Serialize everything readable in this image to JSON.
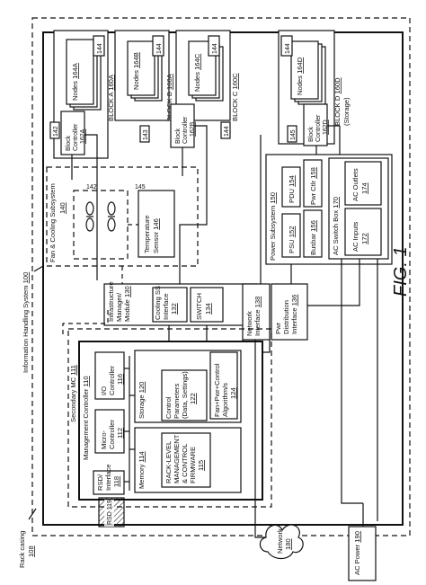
{
  "rack_casing": {
    "label": "Rack casing",
    "ref": "108"
  },
  "system": {
    "label": "Information Handling System",
    "ref": "100"
  },
  "figure_label": "FIG. 1",
  "blocks": [
    {
      "label": "BLOCK A",
      "ref": "160A",
      "nodes": "Nodes",
      "nodes_ref": "164A",
      "box_ref": "144",
      "controller": "Block",
      "controller2": "Controller",
      "controller_ref": "162A",
      "side_ref": "142"
    },
    {
      "label": "BLOCK B",
      "ref": "160A",
      "nodes": "Nodes",
      "nodes_ref": "164B",
      "box_ref": "144"
    },
    {
      "label": "BLOCK C",
      "ref": "160C",
      "nodes": "Nodes",
      "nodes_ref": "164C",
      "box_ref": "144",
      "controller": "Block",
      "controller2": "Controller",
      "controller_ref": "162B",
      "side_ref": "143",
      "side_ref2": "144"
    },
    {
      "label": "BLOCK D",
      "ref": "160D",
      "sublabel": "(Storage)",
      "nodes": "Nodes",
      "nodes_ref": "164D",
      "box_ref": "144",
      "controller": "Block",
      "controller2": "Controller",
      "controller_ref": "162D",
      "side_ref": "145"
    }
  ],
  "fan": {
    "title": "Fan & Cooling Subsystem",
    "ref": "140",
    "ref2": "142",
    "ref3": "145",
    "sensor": "Temperature",
    "sensor2": "Sensor",
    "sensor_ref": "146"
  },
  "infra": {
    "line1": "Infrastructure",
    "line2": "Manager/",
    "line3": "Module",
    "ref": "130",
    "cooling1": "Cooling SS",
    "cooling2": "Interface",
    "cooling_ref": "132",
    "switch": "SWITCH",
    "switch_ref": "134",
    "net1": "Network",
    "net2": "Interface",
    "net_ref": "138",
    "pwr1": "Pwr",
    "pwr2": "Distribution",
    "pwr3": "Interface",
    "pwr_ref": "136"
  },
  "power": {
    "title": "Power Subsystem",
    "ref": "150",
    "psu": "PSU",
    "psu_ref": "152",
    "busbar": "Busbar",
    "busbar_ref": "156",
    "pdu": "PDU",
    "pdu_ref": "154",
    "pwr_ctlr": "Pwr Ctlr",
    "pwr_ctlr_ref": "158",
    "acswitch": "AC Switch Box",
    "acswitch_ref": "170",
    "acin1": "AC Inputs",
    "acin_ref": "172",
    "acout1": "AC Outlets",
    "acout_ref": "174"
  },
  "secondary_mc": {
    "label": "Secondary MC",
    "ref": "111"
  },
  "mc": {
    "label": "Management Controller",
    "ref": "110",
    "rsd1": "RSD/",
    "rsd2": "Interface",
    "rsd_ref": "118",
    "micro1": "Micro-",
    "micro2": "Controller",
    "micro_ref": "112",
    "io1": "I/O",
    "io2": "Controller",
    "io_ref": "116",
    "memory": "Memory",
    "memory_ref": "114",
    "fw1": "RACK-LEVEL",
    "fw2": "MANAGEMENT",
    "fw3": "& CONTROL",
    "fw4": "FIRMWARE",
    "fw_ref": "115",
    "storage": "Storage",
    "storage_ref": "120",
    "cp1": "Control",
    "cp2": "Parameters",
    "cp3": "(Data, Settings)",
    "cp_ref": "122",
    "alg1": "Fan+Pwr+Control",
    "alg2": "Algorithm/s",
    "alg_ref": "124",
    "rsd_dev": "RSD",
    "rsd_dev_ref": "119"
  },
  "network": {
    "label": "Network",
    "ref": "180"
  },
  "ac_power": {
    "label": "AC Power",
    "ref": "190"
  }
}
